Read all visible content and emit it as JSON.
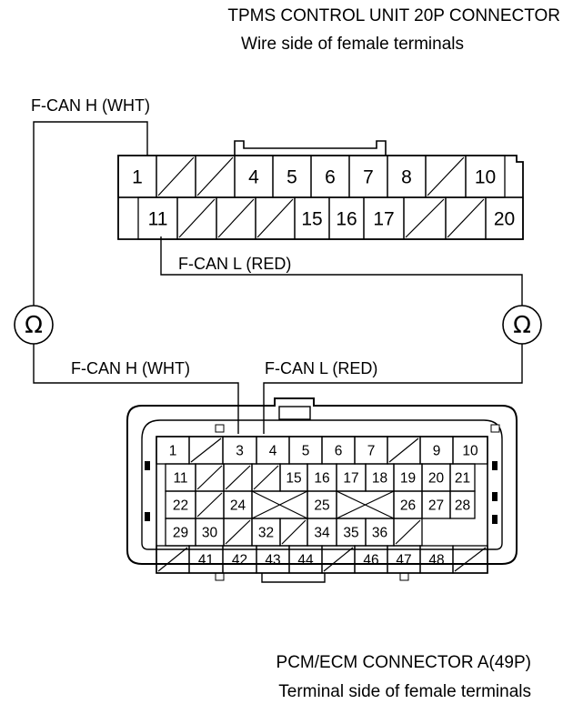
{
  "tpms": {
    "title": "TPMS CONTROL UNIT 20P CONNECTOR",
    "subtitle": "Wire side of female terminals",
    "row1": [
      "1",
      "",
      "",
      "4",
      "5",
      "6",
      "7",
      "8",
      "",
      "10"
    ],
    "row2": [
      "11",
      "",
      "",
      "",
      "15",
      "16",
      "17",
      "",
      "",
      "20"
    ]
  },
  "pcm": {
    "title": "PCM/ECM CONNECTOR A(49P)",
    "subtitle": "Terminal side of female terminals",
    "rows": [
      [
        "1",
        "",
        "3",
        "4",
        "5",
        "6",
        "7",
        "",
        "9",
        "10"
      ],
      [
        "11",
        "",
        "",
        "",
        "15",
        "16",
        "17",
        "18",
        "19",
        "20",
        "21"
      ],
      [
        "22",
        "",
        "24",
        "25",
        "26",
        "27",
        "28"
      ],
      [
        "29",
        "30",
        "",
        "32",
        "",
        "34",
        "35",
        "36",
        ""
      ],
      [
        "",
        "41",
        "42",
        "43",
        "44",
        "",
        "46",
        "47",
        "48",
        ""
      ]
    ]
  },
  "wires": {
    "fcan_h": "F-CAN H (WHT)",
    "fcan_l": "F-CAN L (RED)"
  },
  "meters": {
    "symbol": "Ω"
  }
}
